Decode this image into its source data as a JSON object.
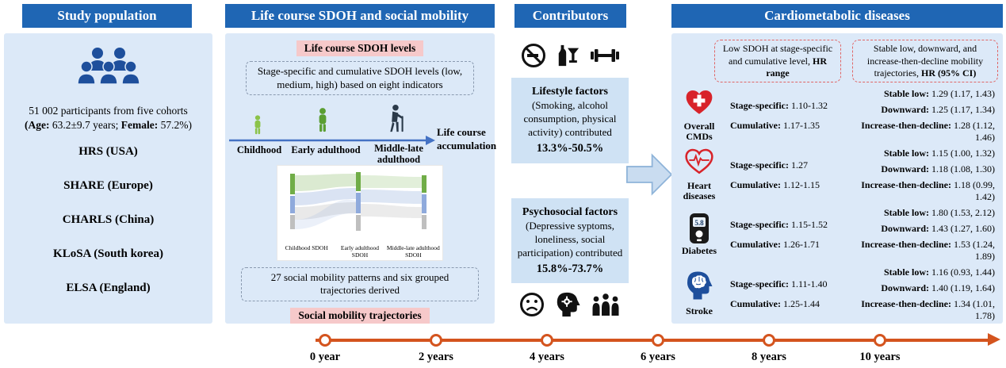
{
  "colors": {
    "header_blue": "#1f66b4",
    "panel_bg": "#dce9f8",
    "pink_tag": "#f6c9ca",
    "contributor_box_bg": "#cfe2f4",
    "timeline_orange": "#d4541e",
    "accent_red": "#d8232a",
    "icon_dark_blue": "#1e4f9c",
    "icon_green": "#5a9e32"
  },
  "population": {
    "title": "Study population",
    "summary_line1": "51 002 participants from five cohorts",
    "age_label": "(Age:",
    "age_value": " 63.2±9.7 years; ",
    "female_label": "Female:",
    "female_value": " 57.2%)",
    "cohorts": [
      "HRS (USA)",
      "SHARE (Europe)",
      "CHARLS (China)",
      "KLoSA (South korea)",
      "ELSA (England)"
    ]
  },
  "sdoh": {
    "title": "Life course SDOH and social mobility",
    "top_tag": "Life course SDOH levels",
    "top_box": "Stage-specific and cumulative SDOH levels (low, medium, high) based on eight indicators",
    "stage1": "Childhood",
    "stage2": "Early adulthood",
    "stage3": "Middle-late adulthood",
    "accumulation": "Life course accumulation",
    "sankey_axis1": "Childhood SDOH",
    "sankey_axis2": "Early adulthood SDOH",
    "sankey_axis3": "Middle-late adulthood SDOH",
    "bottom_box": "27 social mobility patterns and six grouped trajectories derived",
    "bottom_tag": "Social mobility trajectories"
  },
  "contributors": {
    "title": "Contributors",
    "lifestyle_heading": "Lifestyle factors",
    "lifestyle_body": "(Smoking, alcohol consumption, physical activity) contributed",
    "lifestyle_value": "13.3%-50.5%",
    "psychosocial_heading": "Psychosocial factors",
    "psychosocial_body": "(Depressive syptoms, loneliness, social participation) contributed",
    "psychosocial_value": "15.8%-73.7%"
  },
  "outcomes": {
    "title": "Cardiometabolic diseases",
    "col1_plain": "Low SDOH at stage-specific and cumulative level, ",
    "col1_bold": "HR range",
    "col2_plain": "Stable low, downward, and increase-then-decline mobility trajectories, ",
    "col2_bold": "HR (95% CI)",
    "labels": {
      "stage": "Stage-specific: ",
      "cumulative": "Cumulative: ",
      "stable": "Stable low: ",
      "downward": "Downward: ",
      "increase": "Increase-then-decline: "
    },
    "diseases": [
      {
        "name": "Overall CMDs",
        "stage": "1.10-1.32",
        "cumulative": "1.17-1.35",
        "stable": "1.29 (1.17, 1.43)",
        "downward": "1.25 (1.17, 1.34)",
        "increase": "1.28 (1.12, 1.46)"
      },
      {
        "name": "Heart diseases",
        "stage": "1.27",
        "cumulative": "1.12-1.15",
        "stable": "1.15 (1.00, 1.32)",
        "downward": "1.18 (1.08, 1.30)",
        "increase": "1.18 (0.99, 1.42)"
      },
      {
        "name": "Diabetes",
        "stage": "1.15-1.52",
        "cumulative": "1.26-1.71",
        "stable": "1.80 (1.53, 2.12)",
        "downward": "1.43 (1.27, 1.60)",
        "increase": "1.53 (1.24, 1.89)",
        "meter": "5.8"
      },
      {
        "name": "Stroke",
        "stage": "1.11-1.40",
        "cumulative": "1.25-1.44",
        "stable": "1.16 (0.93, 1.44)",
        "downward": "1.40 (1.19, 1.64)",
        "increase": "1.34 (1.01, 1.78)"
      }
    ]
  },
  "timeline": {
    "ticks": [
      "0 year",
      "2 years",
      "4 years",
      "6 years",
      "8 years",
      "10 years"
    ]
  }
}
